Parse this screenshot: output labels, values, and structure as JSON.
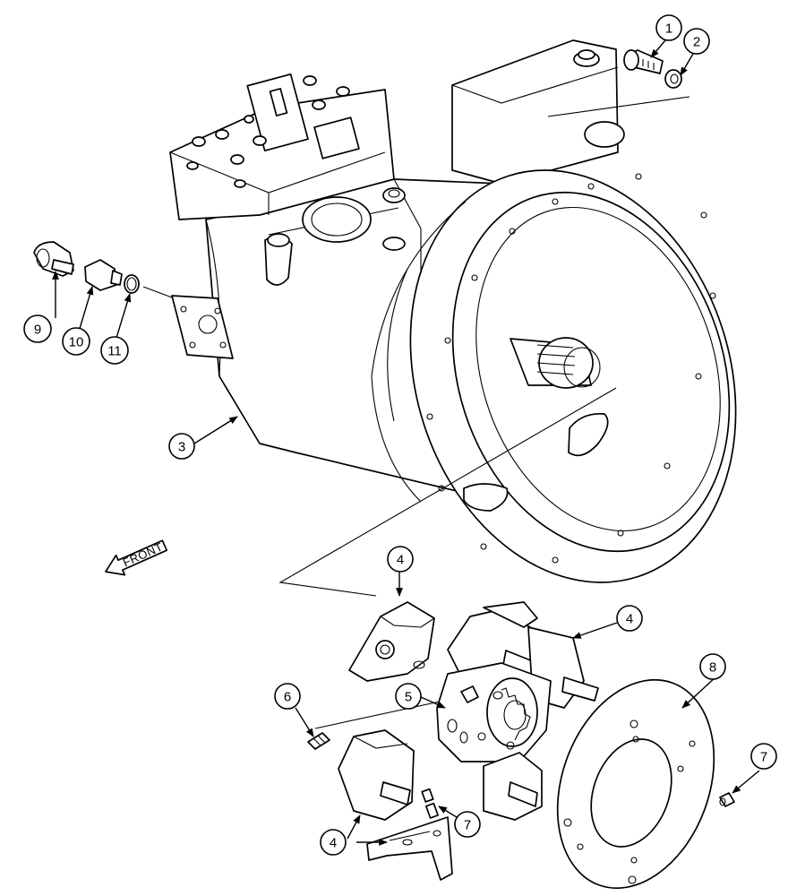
{
  "callouts": {
    "c1": "1",
    "c2": "2",
    "c3": "3",
    "c4a": "4",
    "c4b": "4",
    "c4c": "4",
    "c5": "5",
    "c6": "6",
    "c7a": "7",
    "c7b": "7",
    "c8": "8",
    "c9": "9",
    "c10": "10",
    "c11": "11"
  },
  "direction_label": "FRONT"
}
